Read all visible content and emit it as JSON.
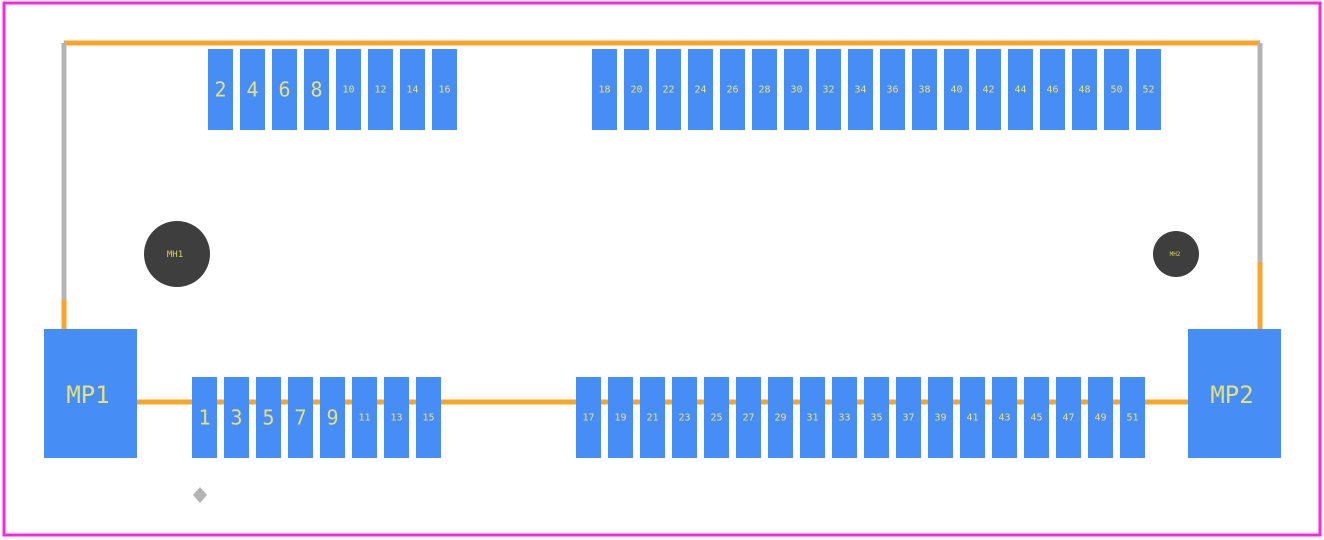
{
  "colors": {
    "border": "#ff26e2",
    "outline": "#f7a52b",
    "outline_gray": "#b4b4b4",
    "pad": "#468df6",
    "pad_text": "#e8e07a",
    "hole": "#3e3e3e",
    "origin_marker": "#b4b4b4"
  },
  "top_row_a": [
    "2",
    "4",
    "6",
    "8",
    "10",
    "12",
    "14",
    "16"
  ],
  "top_row_b": [
    "18",
    "20",
    "22",
    "24",
    "26",
    "28",
    "30",
    "32",
    "34",
    "36",
    "38",
    "40",
    "42",
    "44",
    "46",
    "48",
    "50",
    "52"
  ],
  "bottom_row_a": [
    "1",
    "3",
    "5",
    "7",
    "9",
    "11",
    "13",
    "15"
  ],
  "bottom_row_b": [
    "17",
    "19",
    "21",
    "23",
    "25",
    "27",
    "29",
    "31",
    "33",
    "35",
    "37",
    "39",
    "41",
    "43",
    "45",
    "47",
    "49",
    "51"
  ],
  "mount_pads": {
    "left": "MP1",
    "right": "MP2"
  },
  "mount_holes": {
    "left": "MH1",
    "right": "MH2"
  }
}
